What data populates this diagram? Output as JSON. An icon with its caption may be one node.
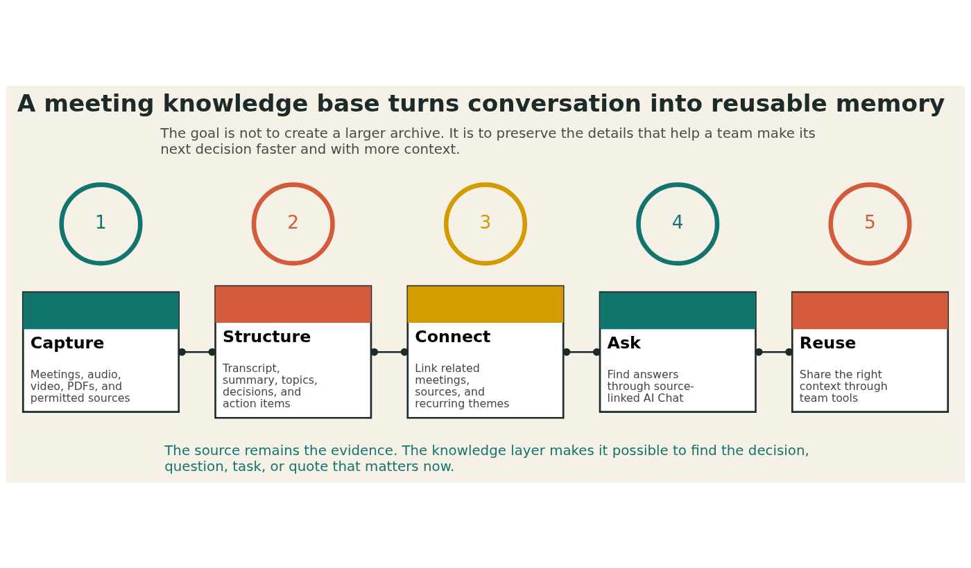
{
  "diagram": {
    "title": "A meeting knowledge base turns conversation into reusable memory",
    "nodes": [
      {
        "text": [
          "1"
        ]
      },
      {
        "text": [
          "2"
        ]
      },
      {
        "text": [
          "3"
        ]
      },
      {
        "text": [
          "4"
        ]
      },
      {
        "text": [
          "5"
        ]
      },
      {
        "text": [
          "Capture",
          "Meetings, audio, video, PDFs, and permitted sources"
        ]
      },
      {
        "text": [
          "Structure",
          "Transcript, summary, topics, decisions, and action items"
        ]
      },
      {
        "text": [
          "Connect",
          "Link related meetings, sources, and recurring themes"
        ]
      },
      {
        "text": [
          "Ask",
          "Find answers through source-linked AI Chat"
        ]
      },
      {
        "text": [
          "Reuse",
          "Share the right context through team tools"
        ]
      }
    ],
    "edges": [
      {
        "from": 5,
        "to": 6,
        "arrow": "other"
      },
      {
        "from": 6,
        "to": 7,
        "arrow": "other"
      },
      {
        "from": 7,
        "to": 8,
        "arrow": "other"
      },
      {
        "from": 8,
        "to": 9,
        "arrow": "other"
      }
    ],
    "labels": [
      "The goal is not to create a larger archive. It is to preserve the details that help a team make its next decision faster and with more context.",
      "The source remains the evidence. The knowledge layer makes it possible to find the decision, question, task, or quote that matters now."
    ]
  }
}
